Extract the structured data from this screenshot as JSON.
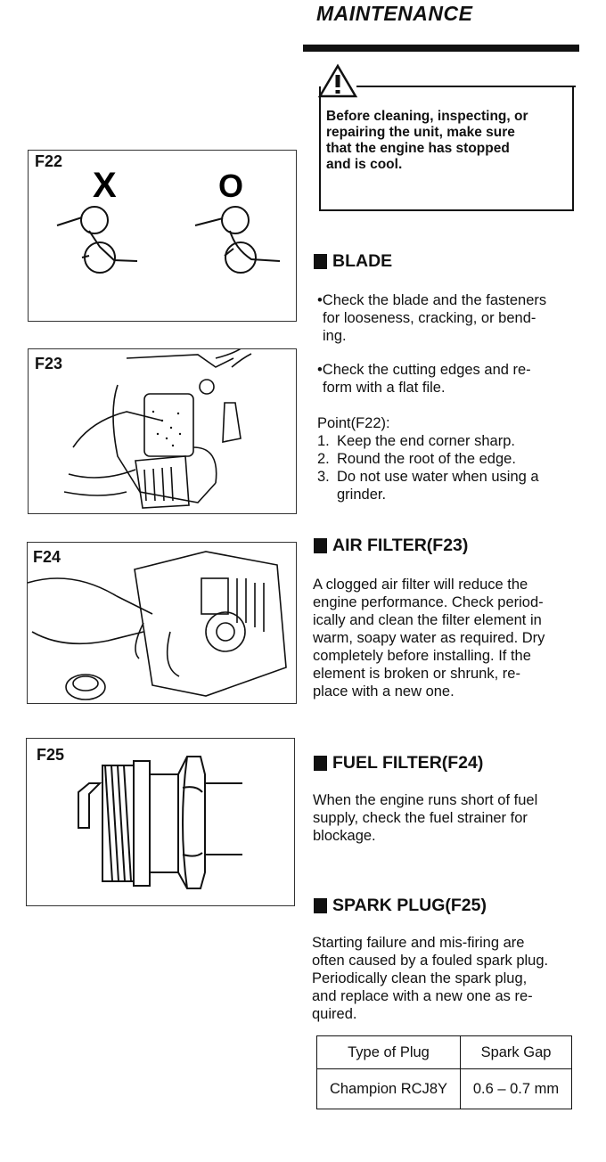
{
  "header": {
    "title": "MAINTENANCE"
  },
  "warning": {
    "lines": [
      "Before cleaning, inspecting, or",
      "repairing the unit, make sure",
      "that the engine has stopped",
      "and is cool."
    ]
  },
  "blade": {
    "heading": "BLADE",
    "bullet1": [
      "•Check the blade and the fasteners",
      "for looseness, cracking, or bend-",
      "ing."
    ],
    "bullet2": [
      "•Check the cutting edges and re-",
      "form with a flat file."
    ],
    "point_label": "Point(F22):",
    "points": [
      {
        "num": "1.",
        "text": "Keep the end corner sharp."
      },
      {
        "num": "2.",
        "text": "Round the root of the edge."
      },
      {
        "num": "3.",
        "text": "Do not use water when using a grinder."
      }
    ]
  },
  "air_filter": {
    "heading": "AIR FILTER(F23)",
    "lines": [
      "A clogged air filter will reduce the",
      "engine performance. Check period-",
      "ically and clean the filter element in",
      "warm, soapy water as required. Dry",
      "completely before installing. If the",
      "element is broken or shrunk, re-",
      "place with a new one."
    ]
  },
  "fuel_filter": {
    "heading": "FUEL FILTER(F24)",
    "lines": [
      "When the engine runs short of fuel",
      "supply, check the fuel strainer for",
      "blockage."
    ]
  },
  "spark_plug": {
    "heading": "SPARK PLUG(F25)",
    "lines": [
      "Starting failure and mis-firing are",
      "often caused by a fouled spark plug.",
      "Periodically clean the spark plug,",
      "and replace with a new one as re-",
      "quired."
    ],
    "table": {
      "headers": [
        "Type of Plug",
        "Spark Gap"
      ],
      "rows": [
        [
          "Champion RCJ8Y",
          "0.6 – 0.7 mm"
        ]
      ]
    }
  },
  "figures": {
    "f22": {
      "label": "F22",
      "wrong_mark": "X",
      "right_mark": "O"
    },
    "f23": {
      "label": "F23"
    },
    "f24": {
      "label": "F24"
    },
    "f25": {
      "label": "F25"
    }
  }
}
